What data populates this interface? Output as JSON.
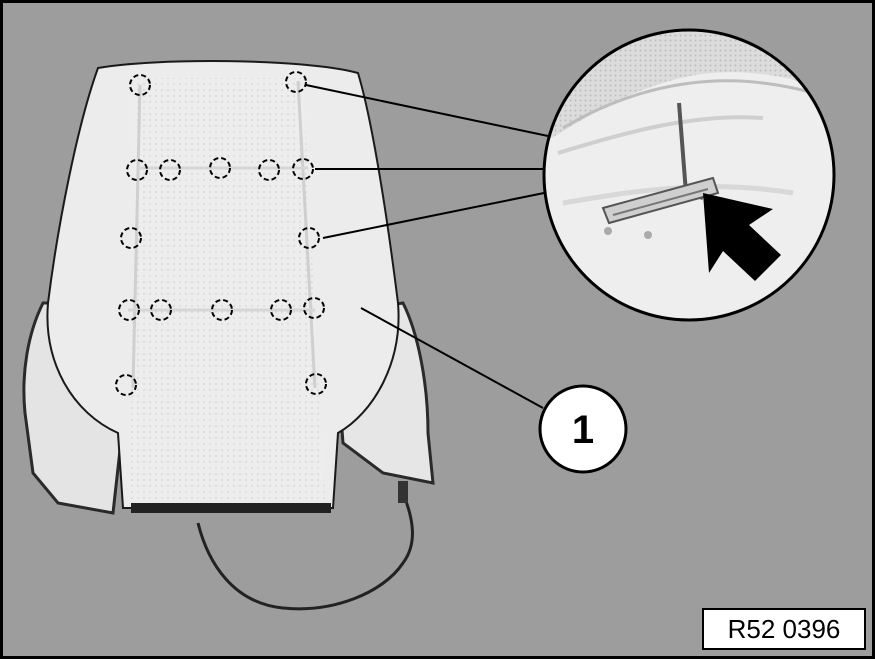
{
  "callout": {
    "number": "1"
  },
  "figure": {
    "reference_code": "R52 0396"
  },
  "markers": [
    {
      "id": "m1"
    },
    {
      "id": "m2"
    },
    {
      "id": "m3"
    },
    {
      "id": "m4"
    },
    {
      "id": "m5"
    },
    {
      "id": "m6"
    },
    {
      "id": "m7"
    },
    {
      "id": "m8"
    },
    {
      "id": "m9"
    },
    {
      "id": "m10"
    },
    {
      "id": "m11"
    },
    {
      "id": "m12"
    },
    {
      "id": "m13"
    },
    {
      "id": "m14"
    },
    {
      "id": "m15"
    },
    {
      "id": "m16"
    },
    {
      "id": "m17"
    }
  ],
  "colors": {
    "background": "#9d9d9d",
    "cover": "#ececec",
    "outline": "#000000"
  }
}
